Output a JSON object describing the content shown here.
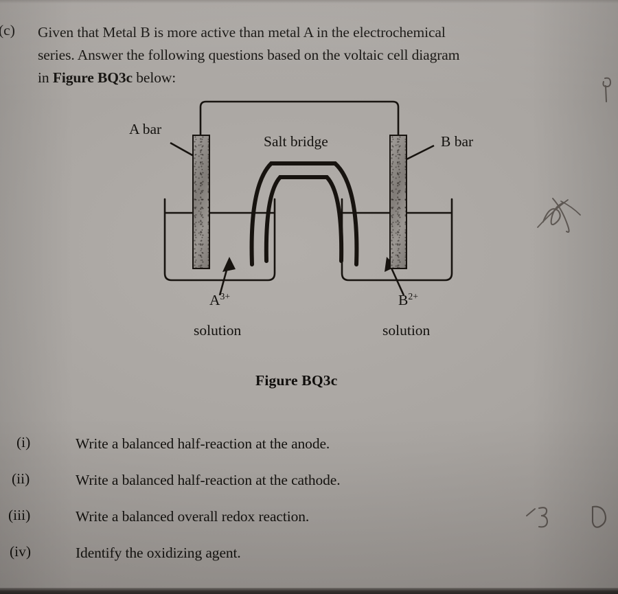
{
  "page": {
    "background_color": "#a9a5a1",
    "ink_color": "#14120f"
  },
  "question": {
    "marker": "(c)",
    "intro_line_1": "Given that Metal B is more active than metal A in the electrochemical",
    "intro_line_2": "series. Answer the following questions based on the voltaic cell diagram",
    "intro_line_3_pre": "in ",
    "intro_line_3_bold": "Figure BQ3c",
    "intro_line_3_post": " below:"
  },
  "figure": {
    "caption": "Figure BQ3c",
    "labels": {
      "left_electrode": "A bar",
      "right_electrode": "B bar",
      "salt_bridge": "Salt bridge",
      "left_solution_ion": "A",
      "left_solution_charge": "3+",
      "left_solution_word": "solution",
      "right_solution_ion": "B",
      "right_solution_charge": "2+",
      "right_solution_word": "solution"
    }
  },
  "sub_questions": [
    {
      "marker": "(i)",
      "text": "Write a balanced half-reaction at the anode."
    },
    {
      "marker": "(ii)",
      "text": "Write a balanced half-reaction at the cathode."
    },
    {
      "marker": "(iii)",
      "text": "Write a balanced overall redox reaction."
    },
    {
      "marker": "(iv)",
      "text": "Identify the oxidizing agent."
    }
  ],
  "handwriting": {
    "mark_top_right": "ρ",
    "mark_mid_right": "scribble",
    "mark_near_iii_left": "3",
    "mark_near_iii_right": "0"
  }
}
